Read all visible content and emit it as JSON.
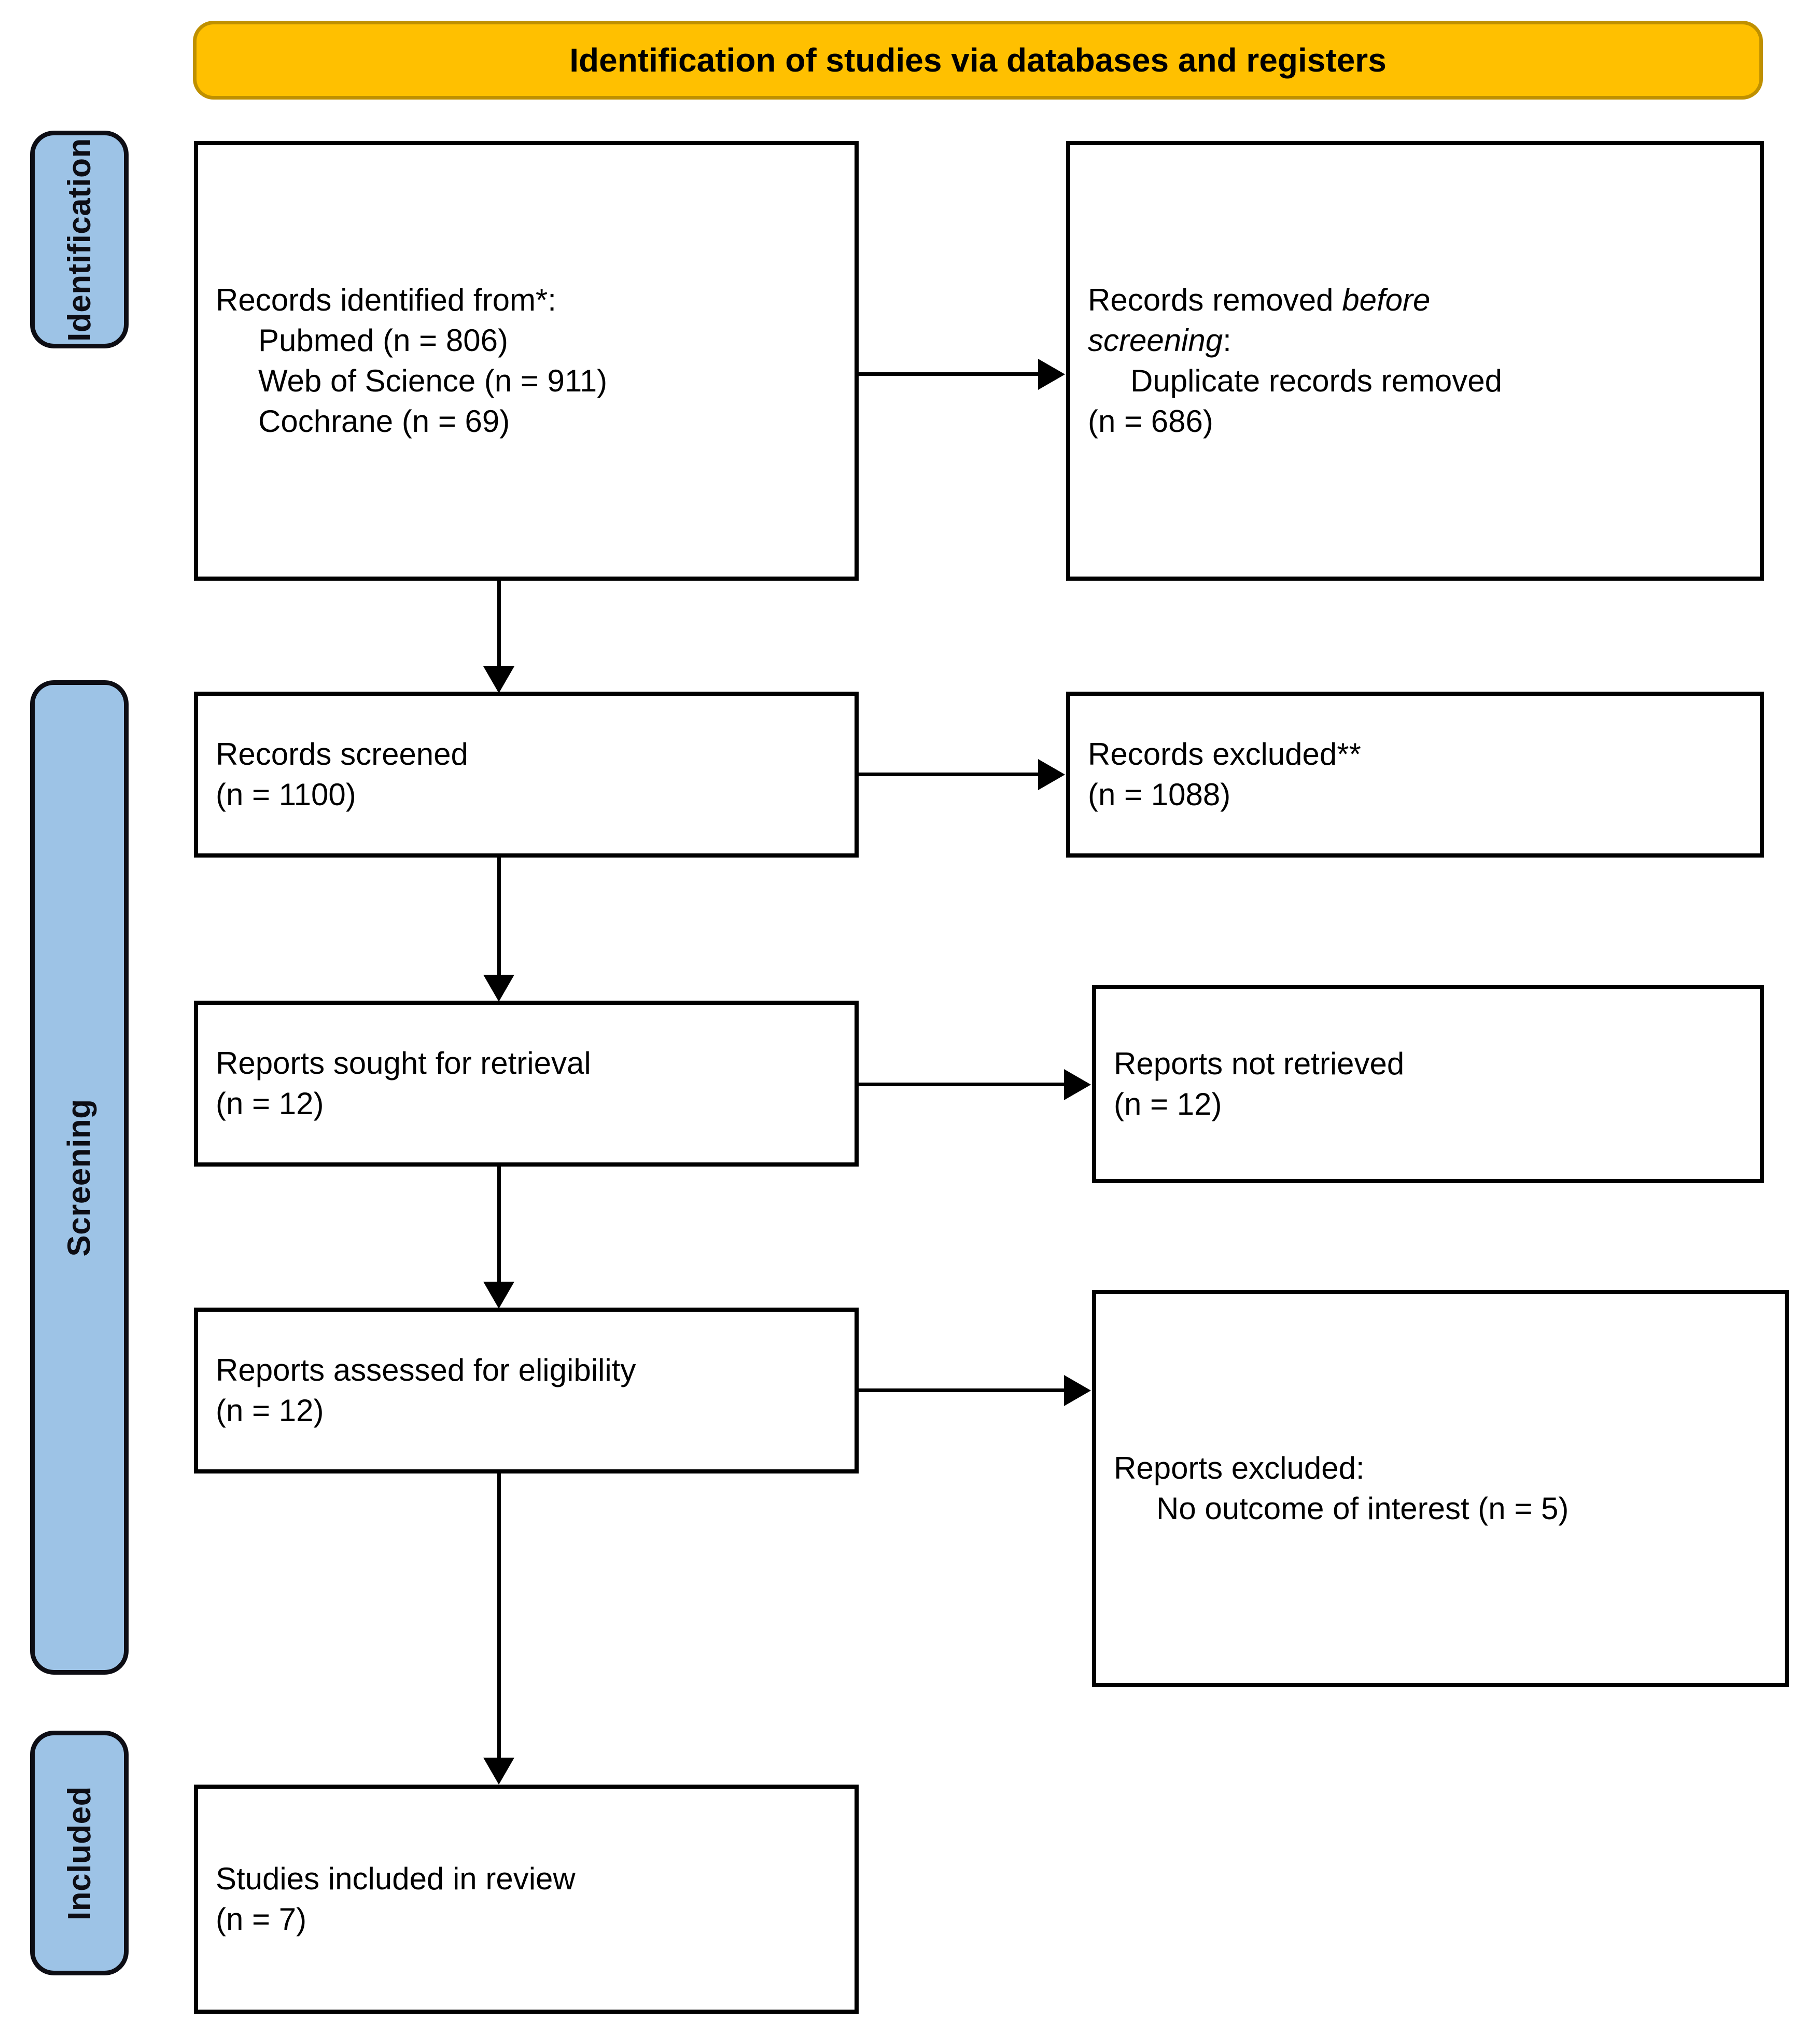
{
  "diagram": {
    "type": "prisma-flow-diagram",
    "banner": {
      "title": "Identification of studies via databases and registers",
      "bg_color": "#FFC000",
      "border_color": "#BF9000"
    },
    "phases": [
      {
        "label": "Identification",
        "bg_color": "#9DC3E6"
      },
      {
        "label": "Screening",
        "bg_color": "#9DC3E6"
      },
      {
        "label": "Included",
        "bg_color": "#9DC3E6"
      }
    ],
    "boxes": {
      "records_identified": {
        "heading": "Records identified from*:",
        "items": [
          "Pubmed (n = 806)",
          "Web of Science (n = 911)",
          "Cochrane (n = 69)"
        ]
      },
      "records_removed": {
        "heading_pre": "Records removed ",
        "heading_em": "before",
        "heading_em2": "screening",
        "heading_post": ":",
        "items": [
          "Duplicate records removed",
          "(n = 686)"
        ]
      },
      "records_screened": {
        "line1": "Records screened",
        "line2": "(n = 1100)"
      },
      "records_excluded": {
        "line1": "Records excluded**",
        "line2": "(n = 1088)"
      },
      "reports_sought": {
        "line1": "Reports sought for retrieval",
        "line2": "(n = 12)"
      },
      "reports_not_retrieved": {
        "line1": "Reports not retrieved",
        "line2": "(n = 12)"
      },
      "reports_assessed": {
        "line1": "Reports assessed for eligibility",
        "line2": "(n = 12)"
      },
      "reports_excluded": {
        "line1": "Reports excluded:",
        "line2": "No outcome of interest (n = 5)"
      },
      "studies_included": {
        "line1": "Studies included in review",
        "line2": "(n = 7)"
      }
    }
  },
  "chart_data": {
    "type": "diagram",
    "title": "Identification of studies via databases and registers",
    "nodes": [
      {
        "id": "records_identified",
        "phase": "Identification",
        "column": "left",
        "label": "Records identified from*",
        "values": {
          "Pubmed": 806,
          "Web of Science": 911,
          "Cochrane": 69
        }
      },
      {
        "id": "records_removed",
        "phase": "Identification",
        "column": "right",
        "label": "Records removed before screening",
        "values": {
          "Duplicate records removed": 686
        }
      },
      {
        "id": "records_screened",
        "phase": "Screening",
        "column": "left",
        "label": "Records screened",
        "n": 1100
      },
      {
        "id": "records_excluded",
        "phase": "Screening",
        "column": "right",
        "label": "Records excluded**",
        "n": 1088
      },
      {
        "id": "reports_sought",
        "phase": "Screening",
        "column": "left",
        "label": "Reports sought for retrieval",
        "n": 12
      },
      {
        "id": "reports_not_retrieved",
        "phase": "Screening",
        "column": "right",
        "label": "Reports not retrieved",
        "n": 12
      },
      {
        "id": "reports_assessed",
        "phase": "Screening",
        "column": "left",
        "label": "Reports assessed for eligibility",
        "n": 12
      },
      {
        "id": "reports_excluded",
        "phase": "Screening",
        "column": "right",
        "label": "Reports excluded",
        "values": {
          "No outcome of interest": 5
        }
      },
      {
        "id": "studies_included",
        "phase": "Included",
        "column": "left",
        "label": "Studies included in review",
        "n": 7
      }
    ],
    "edges": [
      {
        "from": "records_identified",
        "to": "records_removed",
        "direction": "right"
      },
      {
        "from": "records_identified",
        "to": "records_screened",
        "direction": "down"
      },
      {
        "from": "records_screened",
        "to": "records_excluded",
        "direction": "right"
      },
      {
        "from": "records_screened",
        "to": "reports_sought",
        "direction": "down"
      },
      {
        "from": "reports_sought",
        "to": "reports_not_retrieved",
        "direction": "right"
      },
      {
        "from": "reports_sought",
        "to": "reports_assessed",
        "direction": "down"
      },
      {
        "from": "reports_assessed",
        "to": "reports_excluded",
        "direction": "right"
      },
      {
        "from": "reports_assessed",
        "to": "studies_included",
        "direction": "down"
      }
    ]
  }
}
